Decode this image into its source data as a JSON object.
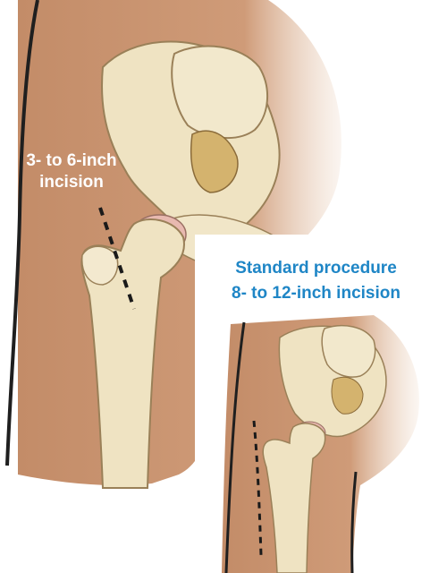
{
  "main_figure": {
    "label_line1": "3- to 6-inch",
    "label_line2": "incision"
  },
  "inset_figure": {
    "title_line1": "Standard procedure",
    "title_line2": "8- to 12-inch incision"
  },
  "colors": {
    "skin": "#c99470",
    "bone": "#efe3c2",
    "cartilage": "#e8b9b0",
    "title_blue": "#1f86c6",
    "incision": "#1a1a1a"
  }
}
